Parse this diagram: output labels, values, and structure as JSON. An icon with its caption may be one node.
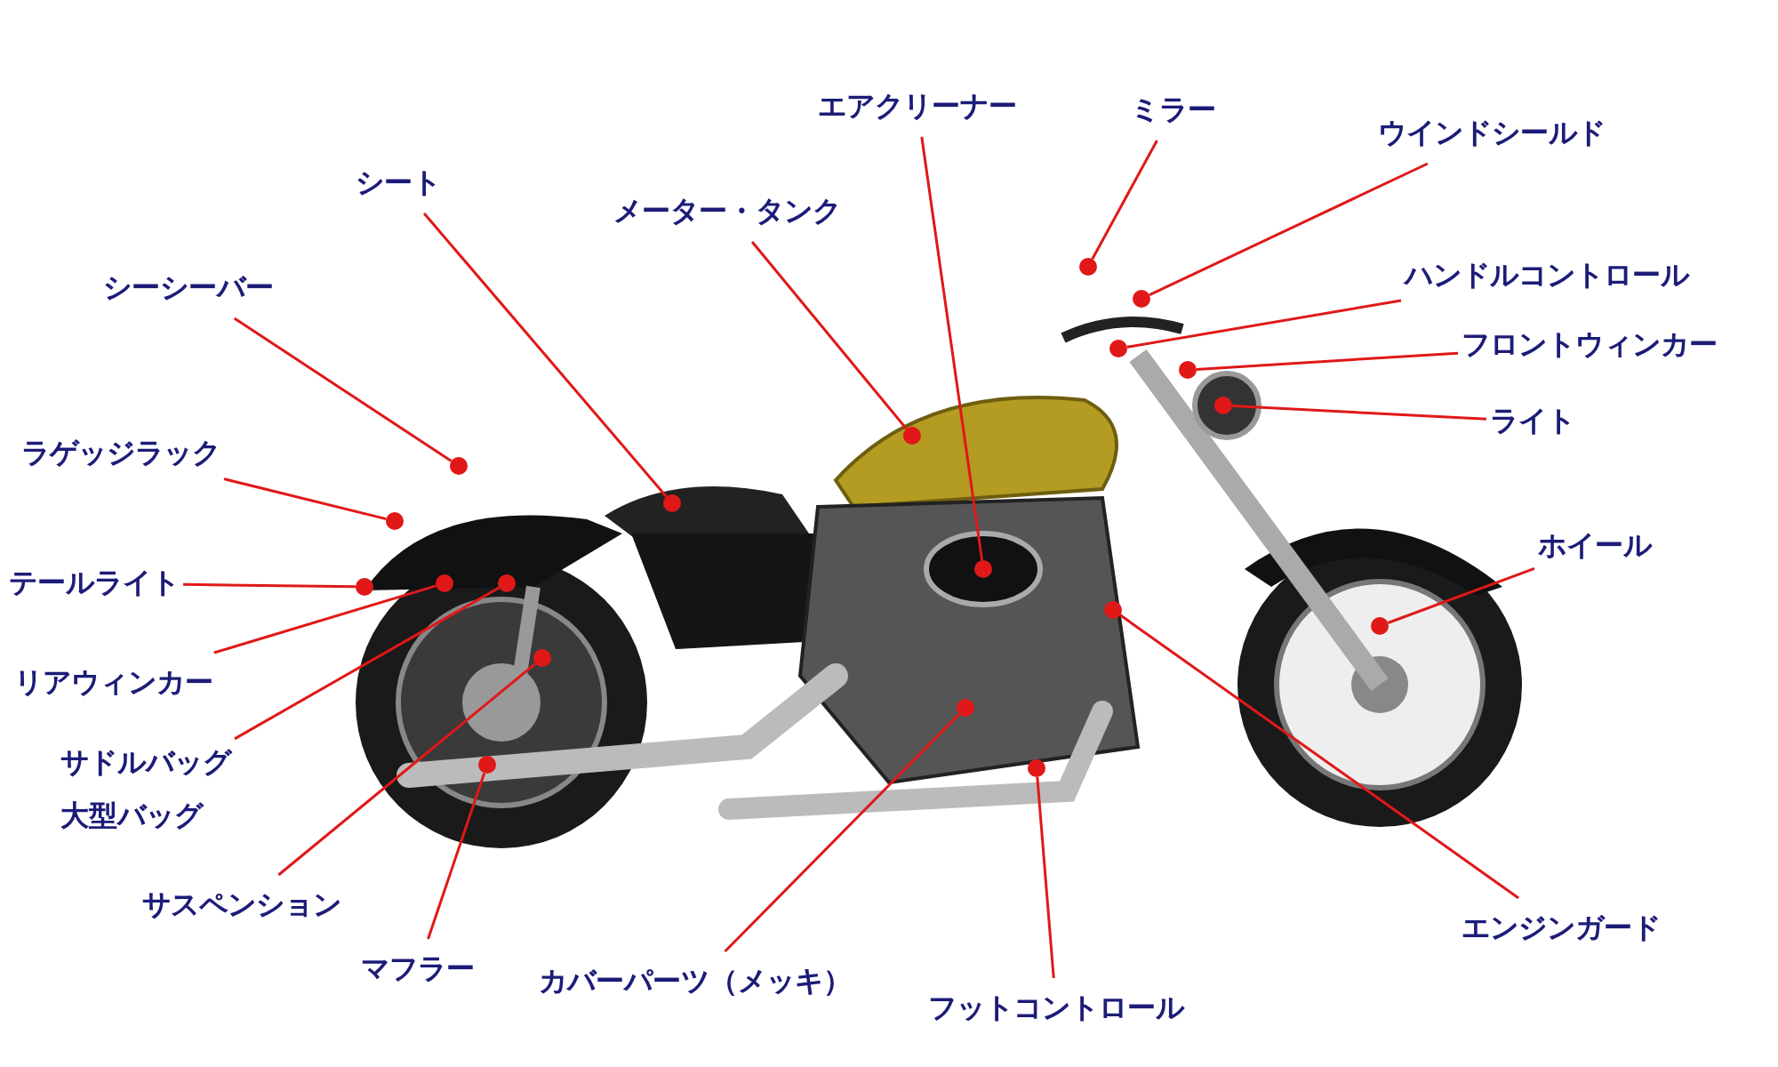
{
  "diagram": {
    "nodes": [
      {
        "text": [
          "シート"
        ]
      },
      {
        "text": [
          "シーシーバー"
        ]
      },
      {
        "text": [
          "ラゲッジラック"
        ]
      },
      {
        "text": [
          "テールライト"
        ]
      },
      {
        "text": [
          "リアウィンカー"
        ]
      },
      {
        "text": [
          "サドルバッグ",
          "大型バッグ"
        ]
      },
      {
        "text": [
          "サスペンション"
        ]
      },
      {
        "text": [
          "マフラー"
        ]
      },
      {
        "text": [
          "カバーパーツ（メッキ）"
        ]
      },
      {
        "text": [
          "フットコントロール"
        ]
      },
      {
        "text": [
          "エンジンガード"
        ]
      },
      {
        "text": [
          "ホイール"
        ]
      },
      {
        "text": [
          "ライト"
        ]
      },
      {
        "text": [
          "フロントウィンカー"
        ]
      },
      {
        "text": [
          "ハンドルコントロール"
        ]
      },
      {
        "text": [
          "ウインドシールド"
        ]
      },
      {
        "text": [
          "ミラー"
        ]
      },
      {
        "text": [
          "エアクリーナー"
        ]
      },
      {
        "text": [
          "メーター・タンク"
        ]
      },
      {
        "text": [],
        "shape": "circle"
      },
      {
        "text": [],
        "shape": "circle"
      },
      {
        "text": [],
        "shape": "circle"
      },
      {
        "text": [],
        "shape": "circle"
      },
      {
        "text": [],
        "shape": "circle"
      },
      {
        "text": [],
        "shape": "circle"
      },
      {
        "text": [],
        "shape": "circle"
      },
      {
        "text": [],
        "shape": "circle"
      },
      {
        "text": [],
        "shape": "circle"
      },
      {
        "text": [],
        "shape": "circle"
      },
      {
        "text": [],
        "shape": "circle"
      },
      {
        "text": [],
        "shape": "circle"
      },
      {
        "text": [],
        "shape": "circle"
      },
      {
        "text": [],
        "shape": "circle"
      },
      {
        "text": [],
        "shape": "circle"
      },
      {
        "text": [],
        "shape": "circle"
      },
      {
        "text": [],
        "shape": "circle"
      },
      {
        "text": [],
        "shape": "circle"
      },
      {
        "text": [],
        "shape": "circle"
      }
    ],
    "edges": [
      {
        "from": 0,
        "to": 19,
        "arrow": "none"
      },
      {
        "from": 1,
        "to": 20,
        "arrow": "none"
      },
      {
        "from": 2,
        "to": 21,
        "arrow": "none"
      },
      {
        "from": 3,
        "to": 22,
        "arrow": "none"
      },
      {
        "from": 4,
        "to": 23,
        "arrow": "none"
      },
      {
        "from": 5,
        "to": 24,
        "arrow": "none"
      },
      {
        "from": 6,
        "to": 25,
        "arrow": "none"
      },
      {
        "from": 7,
        "to": 26,
        "arrow": "none"
      },
      {
        "from": 8,
        "to": 27,
        "arrow": "none"
      },
      {
        "from": 9,
        "to": 28,
        "arrow": "none"
      },
      {
        "from": 10,
        "to": 29,
        "arrow": "none"
      },
      {
        "from": 11,
        "to": 30,
        "arrow": "none"
      },
      {
        "from": 12,
        "to": 31,
        "arrow": "none"
      },
      {
        "from": 13,
        "to": 32,
        "arrow": "none"
      },
      {
        "from": 14,
        "to": 33,
        "arrow": "none"
      },
      {
        "from": 15,
        "to": 34,
        "arrow": "none"
      },
      {
        "from": 16,
        "to": 35,
        "arrow": "none"
      },
      {
        "from": 17,
        "to": 36,
        "arrow": "none"
      },
      {
        "from": 18,
        "to": 37,
        "arrow": "none"
      }
    ]
  }
}
